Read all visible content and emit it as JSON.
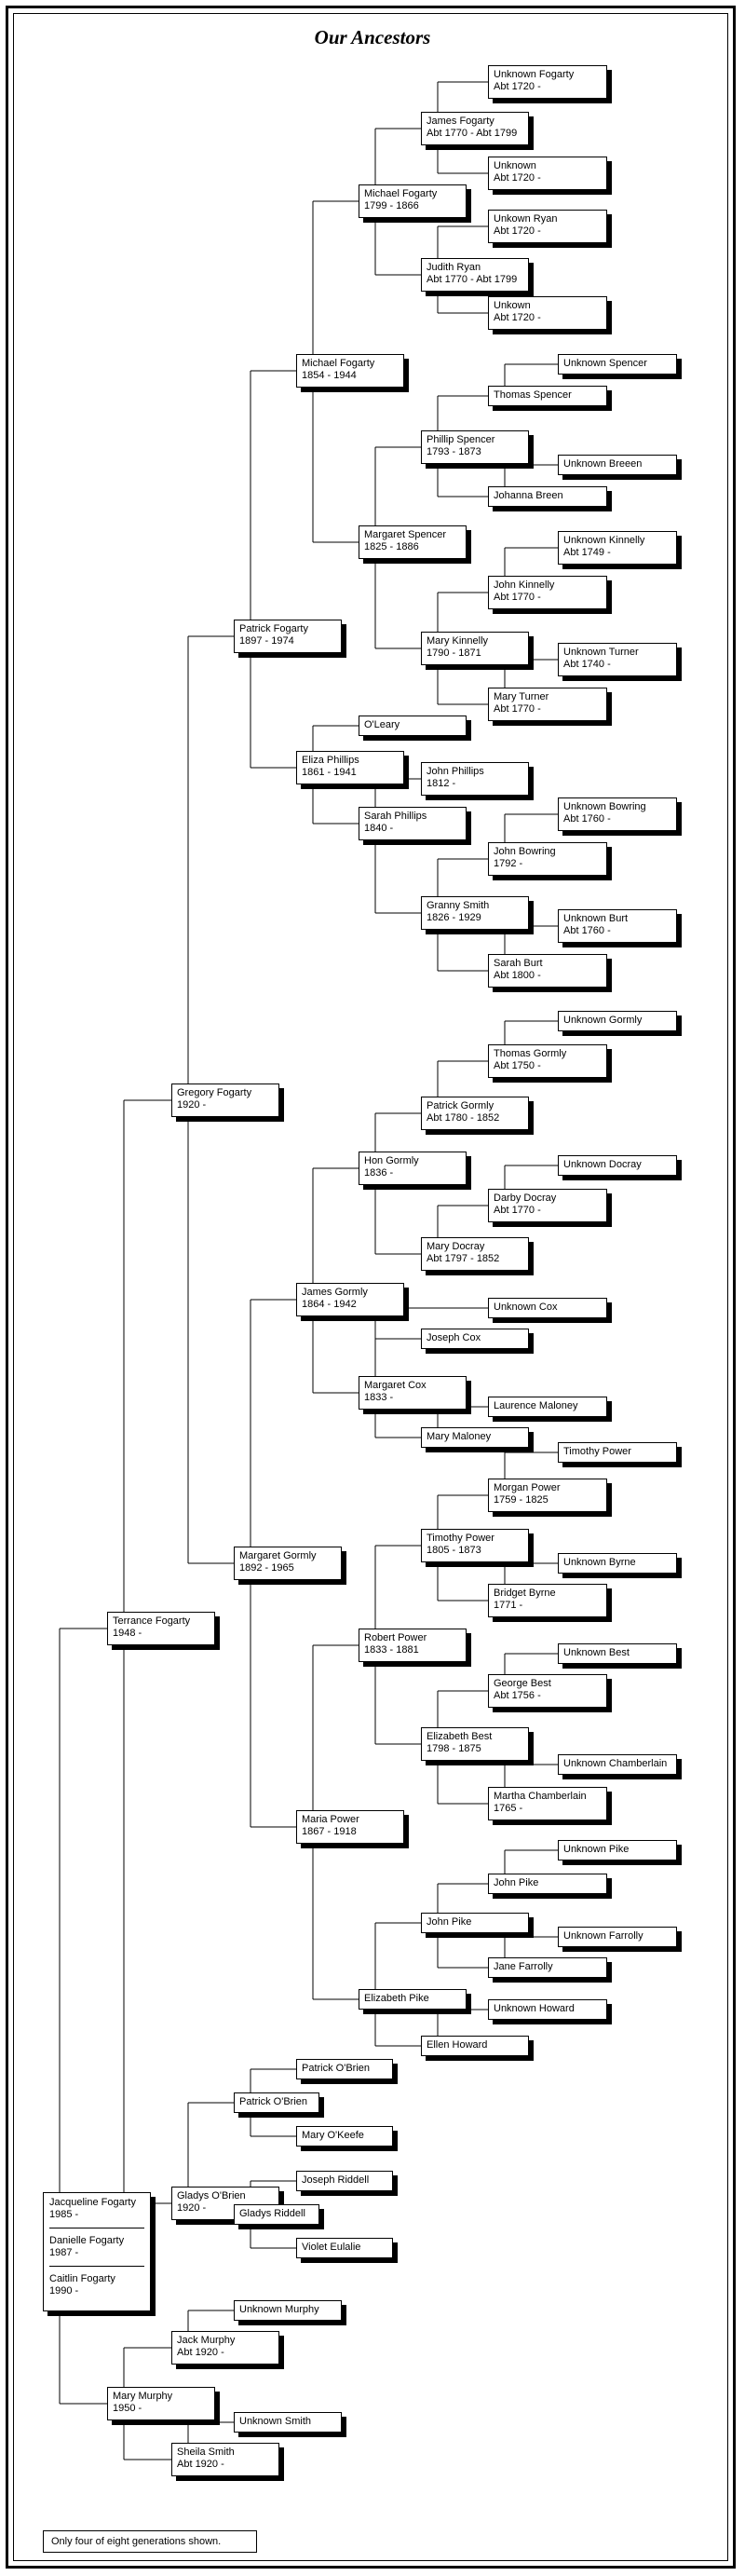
{
  "title": "Our Ancestors",
  "note": "Only four of eight generations shown.",
  "root": [
    {
      "name": "Jacqueline Fogarty",
      "dates": "1985 -"
    },
    {
      "name": "Danielle Fogarty",
      "dates": "1987 -"
    },
    {
      "name": "Caitlin Fogarty",
      "dates": "1990 -"
    }
  ],
  "people": {
    "terrance": {
      "name": "Terrance Fogarty",
      "dates": "1948 -"
    },
    "mary_murphy": {
      "name": "Mary Murphy",
      "dates": "1950 -"
    },
    "gregory": {
      "name": "Gregory Fogarty",
      "dates": "1920 -"
    },
    "gladys_ob": {
      "name": "Gladys O'Brien",
      "dates": "1920 -"
    },
    "jack_murphy": {
      "name": "Jack Murphy",
      "dates": "Abt 1920 -"
    },
    "sheila": {
      "name": "Sheila Smith",
      "dates": "Abt 1920 -"
    },
    "patrick_f": {
      "name": "Patrick Fogarty",
      "dates": "1897 - 1974"
    },
    "margaret_g": {
      "name": "Margaret Gormly",
      "dates": "1892 - 1965"
    },
    "patrick_ob": {
      "name": "Patrick O'Brien",
      "dates": ""
    },
    "gladys_r": {
      "name": "Gladys Riddell",
      "dates": ""
    },
    "unk_murphy": {
      "name": "Unknown Murphy",
      "dates": ""
    },
    "unk_smith": {
      "name": "Unknown Smith",
      "dates": ""
    },
    "michael_f2": {
      "name": "Michael Fogarty",
      "dates": "1854 - 1944"
    },
    "eliza": {
      "name": "Eliza Phillips",
      "dates": "1861 - 1941"
    },
    "james_g": {
      "name": "James Gormly",
      "dates": "1864 - 1942"
    },
    "maria": {
      "name": "Maria Power",
      "dates": "1867 - 1918"
    },
    "patrick_ob2": {
      "name": "Patrick O'Brien",
      "dates": ""
    },
    "mary_ok": {
      "name": "Mary O'Keefe",
      "dates": ""
    },
    "joseph_r": {
      "name": "Joseph Riddell",
      "dates": ""
    },
    "violet": {
      "name": "Violet Eulalie",
      "dates": ""
    },
    "michael_f1": {
      "name": "Michael Fogarty",
      "dates": "1799 - 1866"
    },
    "margaret_s": {
      "name": "Margaret Spencer",
      "dates": "1825 - 1886"
    },
    "oleary": {
      "name": "O'Leary",
      "dates": ""
    },
    "sarah_p": {
      "name": "Sarah Phillips",
      "dates": "1840 -"
    },
    "hon": {
      "name": "Hon Gormly",
      "dates": "1836 -"
    },
    "margaret_c": {
      "name": "Margaret Cox",
      "dates": "1833 -"
    },
    "robert": {
      "name": "Robert Power",
      "dates": "1833 - 1881"
    },
    "elizabeth_p": {
      "name": "Elizabeth Pike",
      "dates": ""
    },
    "james_f": {
      "name": "James Fogarty",
      "dates": "Abt 1770 - Abt 1799"
    },
    "judith": {
      "name": "Judith Ryan",
      "dates": "Abt 1770 - Abt 1799"
    },
    "phillip": {
      "name": "Phillip Spencer",
      "dates": "1793 - 1873"
    },
    "mary_k": {
      "name": "Mary Kinnelly",
      "dates": "1790 - 1871"
    },
    "john_p": {
      "name": "John Phillips",
      "dates": "1812 -"
    },
    "granny": {
      "name": "Granny Smith",
      "dates": "1826 - 1929"
    },
    "patrick_g": {
      "name": "Patrick Gormly",
      "dates": "Abt 1780 - 1852"
    },
    "mary_d": {
      "name": "Mary Docray",
      "dates": "Abt 1797 - 1852"
    },
    "joseph_c": {
      "name": "Joseph Cox",
      "dates": ""
    },
    "mary_m": {
      "name": "Mary Maloney",
      "dates": ""
    },
    "timothy_p": {
      "name": "Timothy Power",
      "dates": "1805 - 1873"
    },
    "elizabeth_b": {
      "name": "Elizabeth Best",
      "dates": "1798 - 1875"
    },
    "john_pike": {
      "name": "John Pike",
      "dates": ""
    },
    "ellen": {
      "name": "Ellen Howard",
      "dates": ""
    },
    "unk_fogarty": {
      "name": "Unknown Fogarty",
      "dates": "Abt 1720 -"
    },
    "unknown1": {
      "name": "Unknown",
      "dates": "Abt 1720 -"
    },
    "unk_ryan": {
      "name": "Unkown Ryan",
      "dates": "Abt 1720 -"
    },
    "unkown2": {
      "name": "Unkown",
      "dates": "Abt 1720 -"
    },
    "thomas_s": {
      "name": "Thomas Spencer",
      "dates": ""
    },
    "johanna": {
      "name": "Johanna Breen",
      "dates": ""
    },
    "john_k": {
      "name": "John Kinnelly",
      "dates": "Abt 1770 -"
    },
    "mary_t": {
      "name": "Mary Turner",
      "dates": "Abt 1770 -"
    },
    "john_b": {
      "name": "John Bowring",
      "dates": "1792 -"
    },
    "sarah_b": {
      "name": "Sarah Burt",
      "dates": "Abt 1800 -"
    },
    "thomas_g": {
      "name": "Thomas Gormly",
      "dates": "Abt 1750 -"
    },
    "darby": {
      "name": "Darby Docray",
      "dates": "Abt 1770 -"
    },
    "unk_cox": {
      "name": "Unknown Cox",
      "dates": ""
    },
    "laurence": {
      "name": "Laurence Maloney",
      "dates": ""
    },
    "timothy_p2": {
      "name": "Timothy Power",
      "dates": ""
    },
    "morgan": {
      "name": "Morgan Power",
      "dates": "1759 - 1825"
    },
    "bridget": {
      "name": "Bridget Byrne",
      "dates": "1771 -"
    },
    "george": {
      "name": "George Best",
      "dates": "Abt 1756 -"
    },
    "martha": {
      "name": "Martha Chamberlain",
      "dates": "1765 -"
    },
    "john_pike2": {
      "name": "John Pike",
      "dates": ""
    },
    "jane": {
      "name": "Jane Farrolly",
      "dates": ""
    },
    "unk_howard": {
      "name": "Unknown Howard",
      "dates": ""
    },
    "unk_spencer": {
      "name": "Unknown Spencer",
      "dates": ""
    },
    "unk_breeen": {
      "name": "Unknown Breeen",
      "dates": ""
    },
    "unk_kinnelly": {
      "name": "Unknown Kinnelly",
      "dates": "Abt 1749 -"
    },
    "unk_turner": {
      "name": "Unknown Turner",
      "dates": "Abt 1740 -"
    },
    "unk_bowring": {
      "name": "Unknown Bowring",
      "dates": "Abt 1760 -"
    },
    "unk_burt": {
      "name": "Unknown Burt",
      "dates": "Abt 1760 -"
    },
    "unk_gormly": {
      "name": "Unknown Gormly",
      "dates": ""
    },
    "unk_docray": {
      "name": "Unknown Docray",
      "dates": ""
    },
    "unk_byrne": {
      "name": "Unknown Byrne",
      "dates": ""
    },
    "unk_best": {
      "name": "Unknown Best",
      "dates": ""
    },
    "unk_chamb": {
      "name": "Unknown Chamberlain",
      "dates": ""
    },
    "unk_pike": {
      "name": "Unknown Pike",
      "dates": ""
    },
    "unk_farrolly": {
      "name": "Unknown Farrolly",
      "dates": ""
    }
  }
}
